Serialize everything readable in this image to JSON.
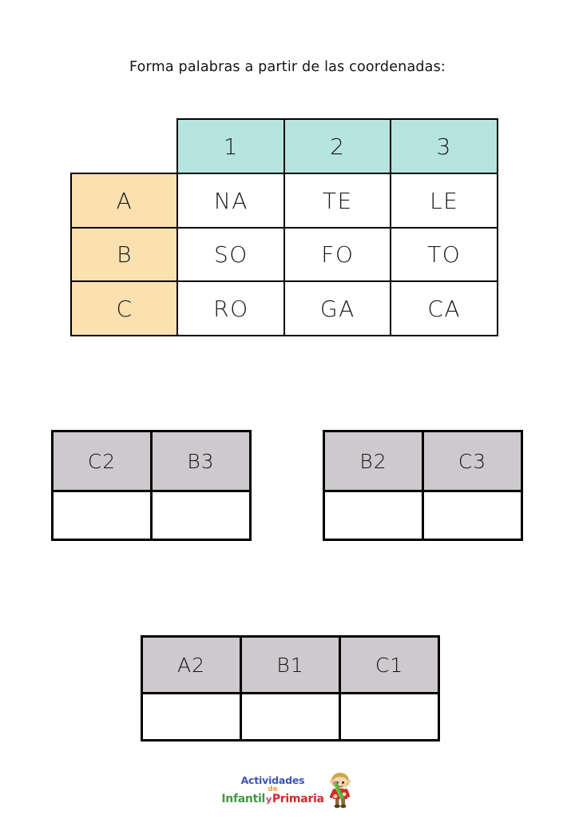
{
  "page": {
    "title": "Forma palabras a partir de las coordenadas:"
  },
  "coordinate_grid": {
    "corner_label": "",
    "column_headers": [
      "1",
      "2",
      "3"
    ],
    "row_headers": [
      "A",
      "B",
      "C"
    ],
    "rows": [
      [
        "NA",
        "TE",
        "LE"
      ],
      [
        "SO",
        "FO",
        "TO"
      ],
      [
        "RO",
        "GA",
        "CA"
      ]
    ],
    "colors": {
      "column_header_fill": "#b6e4de",
      "row_header_fill": "#fbe0b0",
      "cell_fill": "#ffffff",
      "border": "#000000"
    }
  },
  "exercises": [
    {
      "id": "exercise-1",
      "coordinates": [
        "C2",
        "B3"
      ],
      "answers": [
        "",
        ""
      ]
    },
    {
      "id": "exercise-2",
      "coordinates": [
        "B2",
        "C3"
      ],
      "answers": [
        "",
        ""
      ]
    },
    {
      "id": "exercise-3",
      "coordinates": [
        "A2",
        "B1",
        "C1"
      ],
      "answers": [
        "",
        "",
        ""
      ]
    }
  ],
  "exercise_colors": {
    "header_fill": "#cdc9cd",
    "answer_fill": "#ffffff",
    "border": "#000000"
  },
  "footer": {
    "logo": {
      "line1": "Actividades",
      "line2": "de",
      "line3_infantil": "Infantil",
      "line3_y": "y",
      "line3_primaria": "Primaria",
      "colors": {
        "actividades": "#3a55b4",
        "de": "#e8a33d",
        "infantil": "#3f9b3f",
        "y": "#c83c60",
        "primaria": "#cf2b2b"
      }
    }
  }
}
